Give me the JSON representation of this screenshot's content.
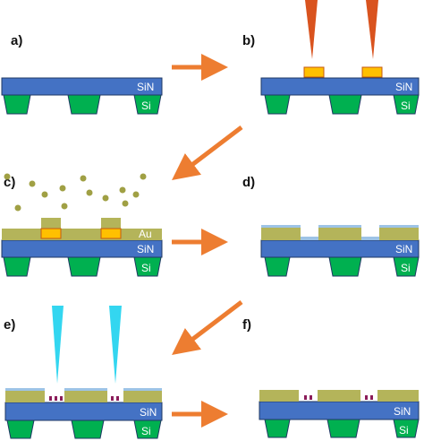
{
  "colors": {
    "sin": "#4472c4",
    "sin_edge": "#1f3864",
    "si": "#00b050",
    "si_edge": "#1f3864",
    "au": "#b4b45a",
    "pad": "#ffc000",
    "pad_edge": "#c55a11",
    "tip_orange": "#d9531e",
    "tip_cyan": "#33d6f0",
    "resist": "#9dc3e6",
    "arrow": "#ed7d31",
    "dot": "#a0a044",
    "particle": "#8b1c5a"
  },
  "panels": [
    {
      "id": "a",
      "label": "a)",
      "sin_label": "SiN",
      "si_label": "Si"
    },
    {
      "id": "b",
      "label": "b)",
      "sin_label": "SiN",
      "si_label": "Si"
    },
    {
      "id": "c",
      "label": "c)",
      "sin_label": "SiN",
      "si_label": "Si",
      "au_label": "Au"
    },
    {
      "id": "d",
      "label": "d)",
      "sin_label": "SiN",
      "si_label": "Si"
    },
    {
      "id": "e",
      "label": "e)",
      "sin_label": "SiN",
      "si_label": "Si"
    },
    {
      "id": "f",
      "label": "f)",
      "sin_label": "SiN",
      "si_label": "Si"
    }
  ]
}
